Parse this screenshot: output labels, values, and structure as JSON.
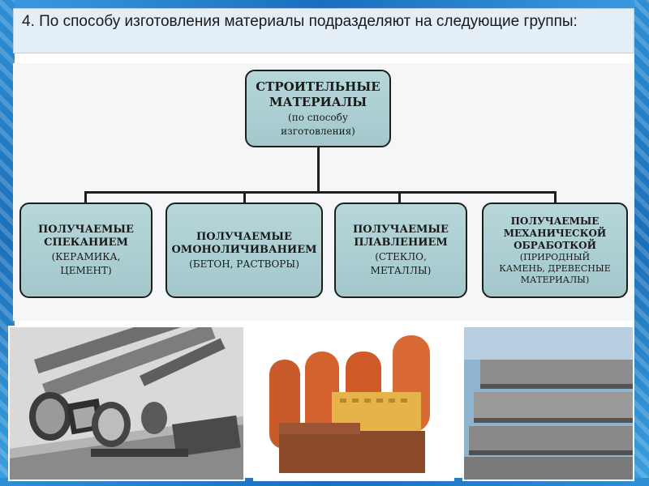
{
  "slide": {
    "title": "4. По способу изготовления материалы подразделяют на следующие группы:"
  },
  "diagram": {
    "root": {
      "line1": "СТРОИТЕЛЬНЫЕ",
      "line2": "МАТЕРИАЛЫ",
      "line3": "(по способу",
      "line4": "изготовления)"
    },
    "children": [
      {
        "line1": "ПОЛУЧАЕМЫЕ",
        "line2": "СПЕКАНИЕМ",
        "line3": "(КЕРАМИКА,",
        "line4": "ЦЕМЕНТ)"
      },
      {
        "line1": "ПОЛУЧАЕМЫЕ",
        "line2": "ОМОНОЛИЧИВАНИЕМ",
        "line3": "(БЕТОН, РАСТВОРЫ)"
      },
      {
        "line1": "ПОЛУЧАЕМЫЕ",
        "line2": "ПЛАВЛЕНИЕМ",
        "line3": "(СТЕКЛО,",
        "line4": "МЕТАЛЛЫ)"
      },
      {
        "line1": "ПОЛУЧАЕМЫЕ",
        "line2": "МЕХАНИЧЕСКОЙ",
        "line3": "ОБРАБОТКОЙ",
        "line4": "(ПРИРОДНЫЙ",
        "line5": "КАМЕНЬ, ДРЕВЕСНЫЕ",
        "line6": "МАТЕРИАЛЫ)"
      }
    ]
  },
  "colors": {
    "node_fill": "#a8cdd0",
    "frame_blue": "#1b6fb8"
  }
}
